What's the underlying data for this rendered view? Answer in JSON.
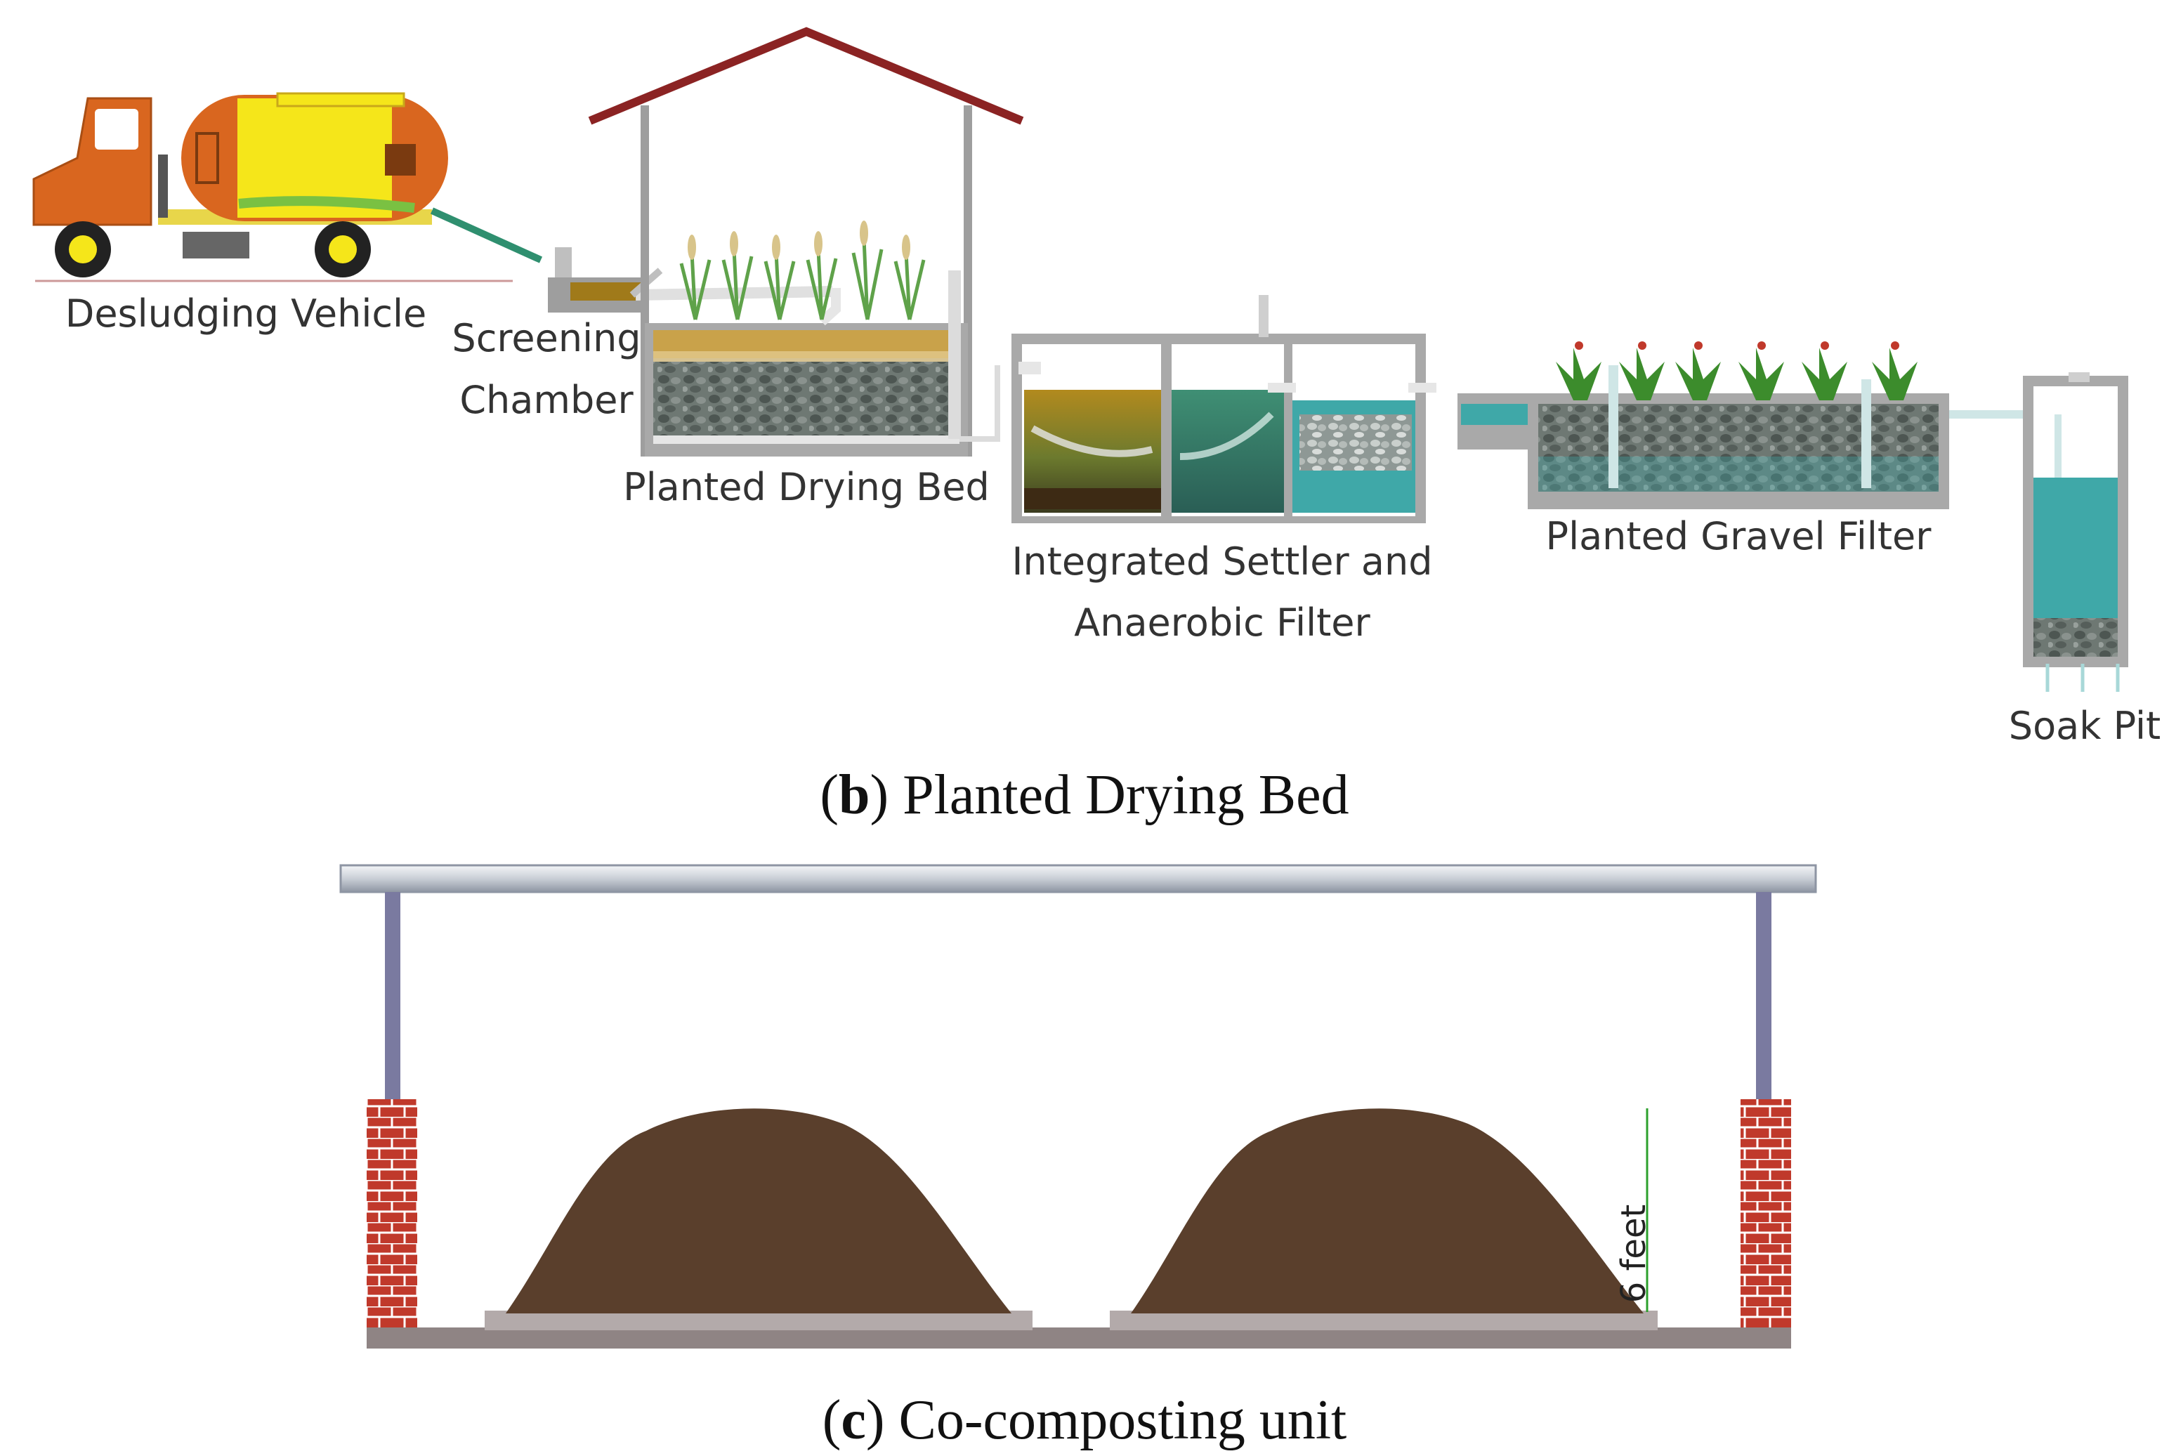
{
  "panel_b": {
    "labels": {
      "desludging_vehicle": "Desludging Vehicle",
      "screening_line1": "Screening",
      "screening_line2": "Chamber",
      "planted_drying_bed": "Planted Drying Bed",
      "settler_line1": "Integrated Settler and",
      "settler_line2": "Anaerobic Filter",
      "planted_gravel_filter": "Planted Gravel Filter",
      "soak_pit": "Soak Pit"
    },
    "caption": {
      "letter": "b",
      "text": "Planted Drying Bed"
    }
  },
  "panel_c": {
    "height_label": "6 feet",
    "caption": {
      "letter": "c",
      "text": "Co-composting unit"
    }
  },
  "colors": {
    "truck_orange": "#d9661f",
    "tank_yellow": "#f5e61a",
    "roof_red": "#8b2323",
    "sludge_brown": "#a07a1a",
    "gravel": "#5f6a66",
    "water_teal": "#3fa8a8",
    "plant_green": "#3c8c2c",
    "compost_brown": "#5a3f2c",
    "brick_red": "#b3322a",
    "slab_grey": "#8f8484"
  }
}
